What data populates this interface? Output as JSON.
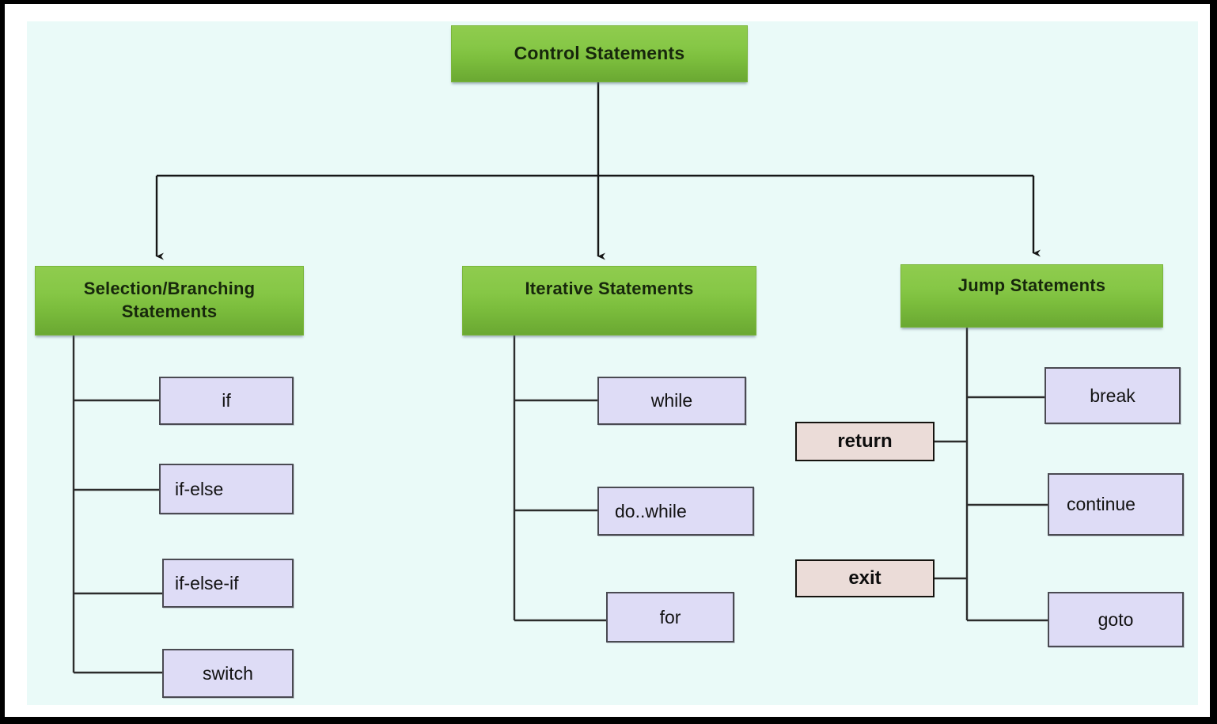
{
  "diagram": {
    "title": "Control Statements",
    "type": "hierarchy-tree",
    "background_color": "#eafaf8",
    "frame_color": "#000000",
    "node_colors": {
      "branch_green_top": "#8fcc4e",
      "branch_green_bottom": "#6aa832",
      "leaf_lavender": "#dedcf6",
      "leaf_pink": "#ebdcd8",
      "connector": "#1c1c1c"
    },
    "root": {
      "label": "Control Statements"
    },
    "branches": [
      {
        "id": "selection",
        "label": "Selection/Branching\nStatements",
        "children": [
          {
            "id": "if",
            "label": "if",
            "color": "lavender"
          },
          {
            "id": "if-else",
            "label": "if-else",
            "color": "lavender"
          },
          {
            "id": "if-else-if",
            "label": "if-else-if",
            "color": "lavender"
          },
          {
            "id": "switch",
            "label": "switch",
            "color": "lavender"
          }
        ]
      },
      {
        "id": "iterative",
        "label": "Iterative Statements",
        "children": [
          {
            "id": "while",
            "label": "while",
            "color": "lavender"
          },
          {
            "id": "do-while",
            "label": "do..while",
            "color": "lavender"
          },
          {
            "id": "for",
            "label": "for",
            "color": "lavender"
          }
        ]
      },
      {
        "id": "jump",
        "label": "Jump Statements",
        "children": [
          {
            "id": "break",
            "label": "break",
            "color": "lavender",
            "side": "right"
          },
          {
            "id": "return",
            "label": "return",
            "color": "pink",
            "side": "left"
          },
          {
            "id": "continue",
            "label": "continue",
            "color": "lavender",
            "side": "right"
          },
          {
            "id": "exit",
            "label": "exit",
            "color": "pink",
            "side": "left"
          },
          {
            "id": "goto",
            "label": "goto",
            "color": "lavender",
            "side": "right"
          }
        ]
      }
    ]
  }
}
